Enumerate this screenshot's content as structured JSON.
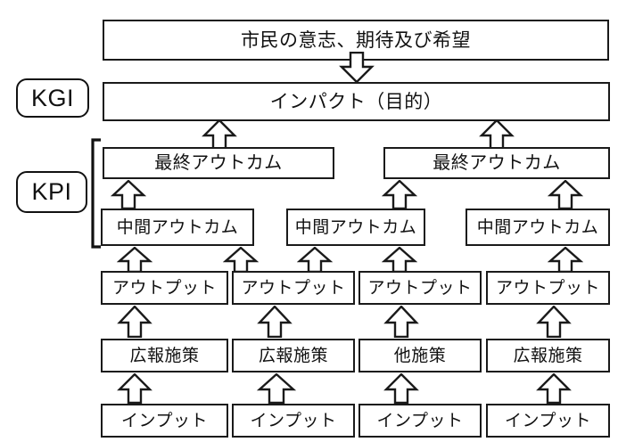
{
  "diagram": {
    "title_box": {
      "label": "市民の意志、期待及び希望"
    },
    "kgi": {
      "tag_label": "KGI",
      "box_label": "インパクト（目的）"
    },
    "kpi": {
      "tag_label": "KPI"
    },
    "final_outcomes": [
      {
        "label": "最終アウトカム"
      },
      {
        "label": "最終アウトカム"
      }
    ],
    "intermediate_outcomes": [
      {
        "label": "中間アウトカム"
      },
      {
        "label": "中間アウトカム"
      },
      {
        "label": "中間アウトカム"
      }
    ],
    "outputs": [
      {
        "label": "アウトプット"
      },
      {
        "label": "アウトプット"
      },
      {
        "label": "アウトプット"
      },
      {
        "label": "アウトプット"
      }
    ],
    "policies": [
      {
        "label": "広報施策"
      },
      {
        "label": "広報施策"
      },
      {
        "label": "他施策"
      },
      {
        "label": "広報施策"
      }
    ],
    "inputs": [
      {
        "label": "インプット"
      },
      {
        "label": "インプット"
      },
      {
        "label": "インプット"
      },
      {
        "label": "インプット"
      }
    ],
    "colors": {
      "stroke": "#1a1a1a",
      "background": "#ffffff",
      "text": "#111111"
    }
  }
}
